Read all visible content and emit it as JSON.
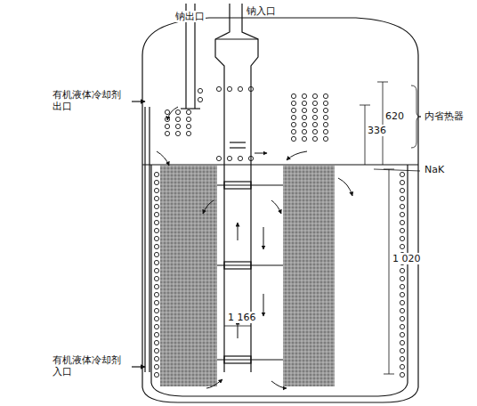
{
  "diagram": {
    "labels": [
      "钠出口",
      "钠入口",
      "有机液体冷却剂出口",
      "有机液体冷却剂入口",
      "内省热器",
      "336",
      "620",
      "NaK",
      "1 020",
      "1 166"
    ]
  }
}
